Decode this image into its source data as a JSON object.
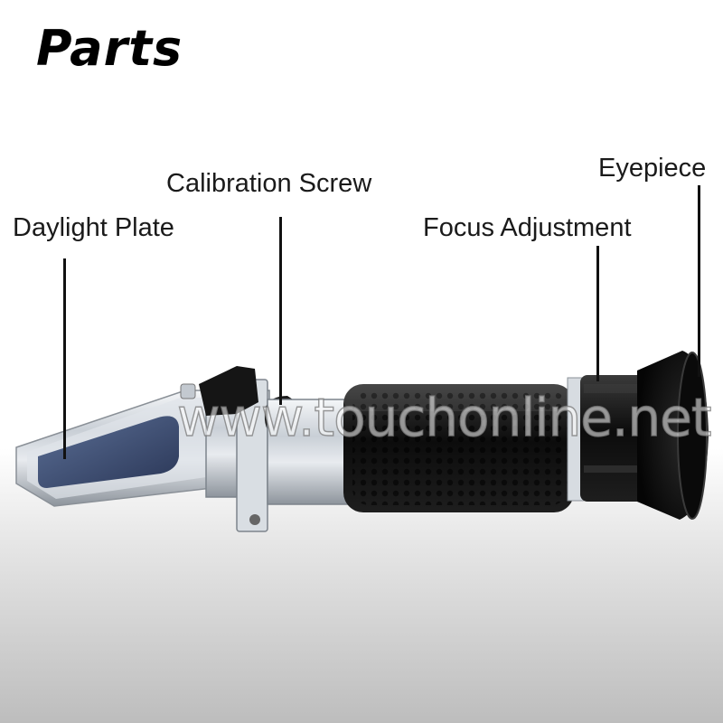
{
  "title": "Parts",
  "labels": {
    "daylight_plate": "Daylight Plate",
    "calibration_screw": "Calibration Screw",
    "focus_adjustment": "Focus Adjustment",
    "eyepiece": "Eyepiece"
  },
  "watermark": "www.touchonline.net"
}
